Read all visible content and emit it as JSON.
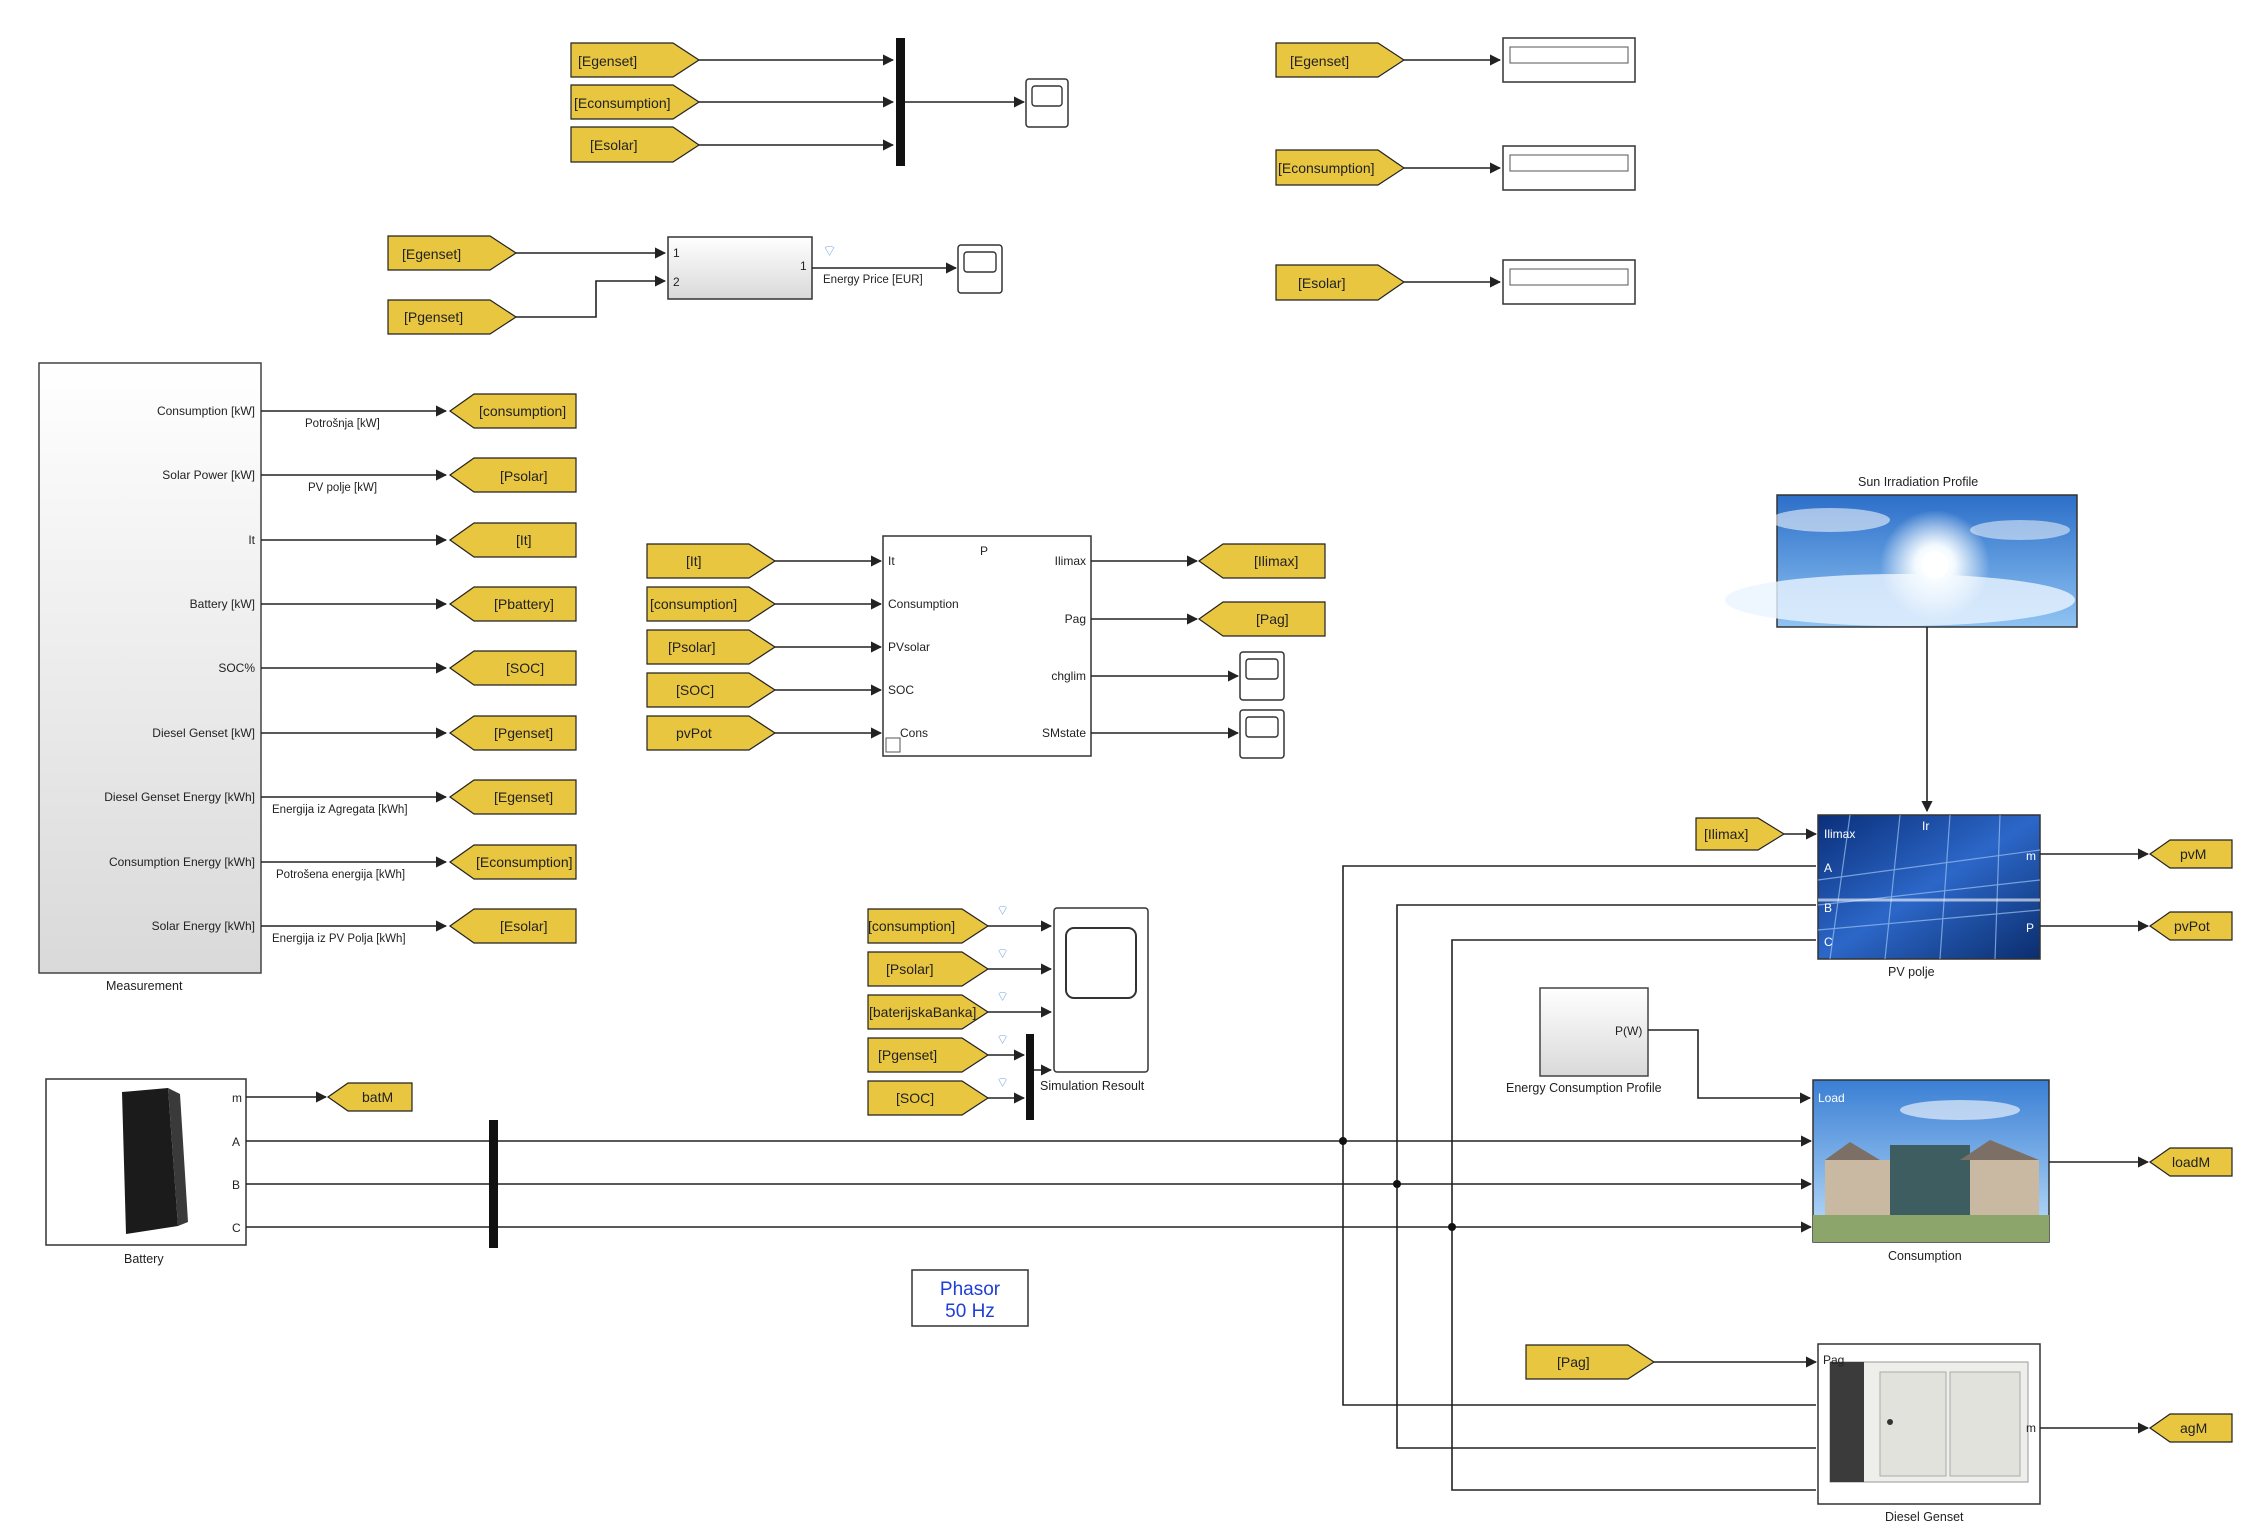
{
  "top_goto": [
    "[Egenset]",
    "[Econsumption]",
    "[Esolar]"
  ],
  "top_right_goto": [
    "[Egenset]",
    "[Econsumption]",
    "[Esolar]"
  ],
  "price": {
    "goto": [
      "[Egenset]",
      "[Pgenset]"
    ],
    "port1": "1",
    "port2": "2",
    "out": "1",
    "signal": "Energy Price [EUR]"
  },
  "measurement": {
    "caption": "Measurement",
    "ports": [
      "Consumption [kW]",
      "Solar Power [kW]",
      "It",
      "Battery [kW]",
      "SOC%",
      "Diesel Genset [kW]",
      "Diesel Genset Energy  [kWh]",
      "Consumption Energy [kWh]",
      "Solar Energy [kWh]"
    ],
    "signals": [
      "Potrošnja [kW]",
      "PV polje [kW]",
      "",
      "",
      "",
      "",
      "Energija iz Agregata [kWh]",
      "Potrošena energija [kWh]",
      "Energija iz PV Polja [kWh]"
    ],
    "goto": [
      "[consumption]",
      "[Psolar]",
      "[It]",
      "[Pbattery]",
      "[SOC]",
      "[Pgenset]",
      "[Egenset]",
      "[Econsumption]",
      "[Esolar]"
    ]
  },
  "controller": {
    "title": "P",
    "inputs": [
      "It",
      "Consumption",
      "PVsolar",
      "SOC",
      "Cons"
    ],
    "outputs": [
      "Ilimax",
      "Pag",
      "chglim",
      "SMstate"
    ],
    "from": [
      "[It]",
      "[consumption]",
      "[Psolar]",
      "[SOC]",
      "pvPot"
    ],
    "goto": [
      "[Ilimax]",
      "[Pag]"
    ]
  },
  "sun": {
    "caption": "Sun Irradiation Profile"
  },
  "pv": {
    "caption": "PV polje",
    "in_label": "Ilimax",
    "top_port": "Ir",
    "abc": [
      "A",
      "B",
      "C"
    ],
    "outputs": [
      "m",
      "P"
    ],
    "from": "[Ilimax]",
    "goto": [
      "pvM",
      "pvPot"
    ]
  },
  "ecp": {
    "caption": "Energy Consumption Profile",
    "out": "P(W)"
  },
  "load": {
    "caption": "Consumption",
    "in_label": "Load",
    "goto": "loadM"
  },
  "genset": {
    "caption": "Diesel Genset",
    "in_label": "Pag",
    "out": "m",
    "from": "[Pag]",
    "goto": "agM"
  },
  "battery": {
    "caption": "Battery",
    "ports": [
      "m",
      "A",
      "B",
      "C"
    ],
    "goto": "batM"
  },
  "scope": {
    "caption": "Simulation Resoult",
    "from": [
      "[consumption]",
      "[Psolar]",
      "[baterijskaBanka]",
      "[Pgenset]",
      "[SOC]"
    ]
  },
  "phasor": {
    "line1": "Phasor",
    "line2": "50 Hz"
  }
}
